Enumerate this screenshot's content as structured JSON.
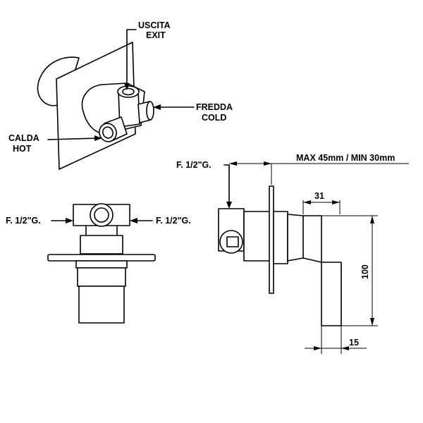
{
  "labels": {
    "outlet_it": "USCITA",
    "outlet_en": "EXIT",
    "cold_it": "FREDDA",
    "cold_en": "COLD",
    "hot_it": "CALDA",
    "hot_en": "HOT",
    "thread_front_left": "F. 1/2\"G.",
    "thread_front_right": "F. 1/2\"G.",
    "thread_side": "F. 1/2\"G.",
    "wall_range": "MAX 45mm / MIN 30mm",
    "dim_31": "31",
    "dim_100": "100",
    "dim_15": "15"
  }
}
